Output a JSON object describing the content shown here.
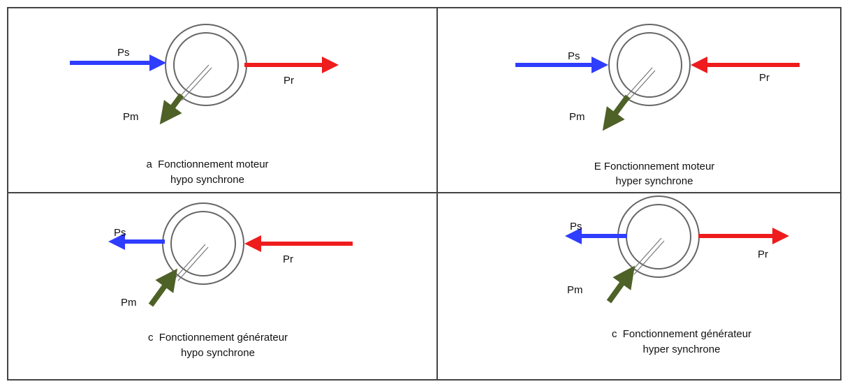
{
  "colors": {
    "stator": "#2f3dff",
    "rotor": "#ee1c1c",
    "mechanical": "#4e6127",
    "border": "#444444"
  },
  "panels": [
    {
      "id": "a",
      "ps_label": "Ps",
      "pr_label": "Pr",
      "pm_label": "Pm",
      "caption_line1": "a  Fonctionnement moteur",
      "caption_line2": "hypo synchrone"
    },
    {
      "id": "b",
      "ps_label": "Ps",
      "pr_label": "Pr",
      "pm_label": "Pm",
      "caption_line1": "E Fonctionnement moteur",
      "caption_line2": "hyper synchrone"
    },
    {
      "id": "c",
      "ps_label": "Ps",
      "pr_label": "Pr",
      "pm_label": "Pm",
      "caption_line1": "c  Fonctionnement générateur",
      "caption_line2": "hypo synchrone"
    },
    {
      "id": "d",
      "ps_label": "Ps",
      "pr_label": "Pr",
      "pm_label": "Pm",
      "caption_line1": "c  Fonctionnement générateur",
      "caption_line2": "hyper synchrone"
    }
  ]
}
